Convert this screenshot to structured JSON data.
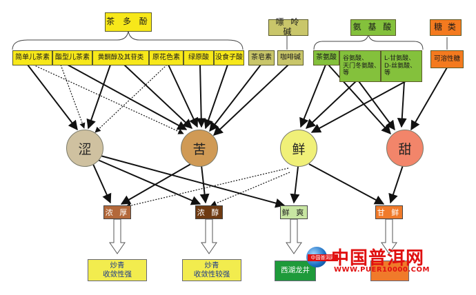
{
  "categories": {
    "tea_polyphenols": "茶 多 酚",
    "purines": "嘌 呤 碱",
    "amino_acids": "氨 基 酸",
    "sugars": "糖 类"
  },
  "compounds": {
    "catechins": "简单儿茶素",
    "ester_catechins": "酯型儿茶素",
    "flavonols": "黄酮醇及其苷类",
    "anthocyanins": "原花色素",
    "chlorogenic": "绿原酸",
    "gallic": "没食子酸",
    "saponin": "茶皂素",
    "caffeine": "咖啡碱",
    "theanine": "茶氨酸",
    "glutamic": "谷氨酸、\n天门冬氨酸、\n等",
    "glycine": "L-甘氨酸、\nD-丝氨酸、\n等",
    "soluble_sugar": "可溶性糖"
  },
  "tastes": {
    "astringent": "涩",
    "bitter": "苦",
    "umami": "鲜",
    "sweet": "甜"
  },
  "results": {
    "rich": "浓 厚",
    "mellow": "浓 醇",
    "fresh": "鲜 爽",
    "sweet_fresh": "甘 鲜"
  },
  "finals": {
    "stir_fried_strong": "炒青\n收敛性强",
    "stir_fried_weaker": "炒青\n收敛性较强",
    "west_lake": "西湖龙井",
    "hidden": ""
  },
  "watermark": {
    "cn": "中国普洱网",
    "url": "WWW.PUER10000.COM",
    "badge": "中国普洱网"
  },
  "colors": {
    "yellow": "#f7e81a",
    "olive": "#c9c66a",
    "green": "#84c13c",
    "orange": "#f47a1f",
    "astringent": "#cfc1a0",
    "bitter": "#d09a55",
    "umami": "#f0f078",
    "sweet": "#f2856a",
    "brown1": "#b3683a",
    "brown2": "#6e3a12",
    "fresh": "#c8e6a2",
    "sweet_fresh": "#f07a2a",
    "final_yellow": "#f2ec4e",
    "final_green": "#1e9a3a",
    "watermark_red": "#e01010"
  }
}
